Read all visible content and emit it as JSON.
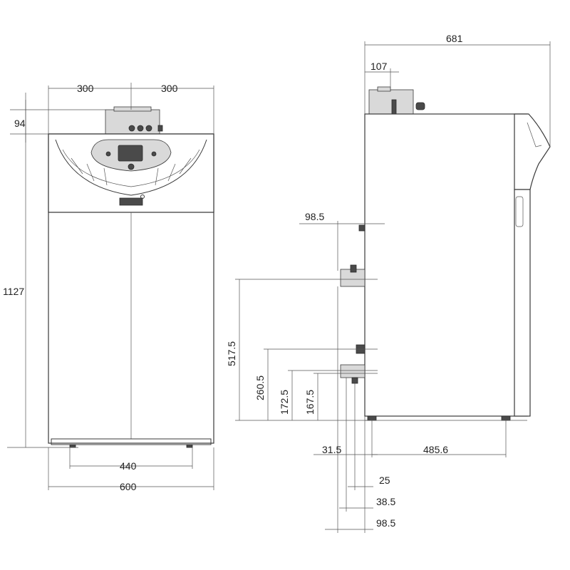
{
  "dimensions": {
    "front_half_width_left": "300",
    "front_half_width_right": "300",
    "front_top_flue_height": "94",
    "front_total_height": "1127",
    "front_feet_spacing": "440",
    "front_width": "600",
    "side_depth": "681",
    "side_flue_offset": "107",
    "side_upper_connection_offset": "98.5",
    "side_connection_height_1": "517.5",
    "side_connection_height_2": "260.5",
    "side_connection_height_3": "172.5",
    "side_connection_height_4": "167.5",
    "side_bottom_offset_1": "31.5",
    "side_feet_depth": "485.6",
    "side_bottom_offset_2": "25",
    "side_bottom_offset_3": "38.5",
    "side_bottom_offset_4": "98.5"
  },
  "colors": {
    "line": "#3a3a3a",
    "panel_grey": "#d9d9d9",
    "dark_part": "#4a4a4a"
  }
}
